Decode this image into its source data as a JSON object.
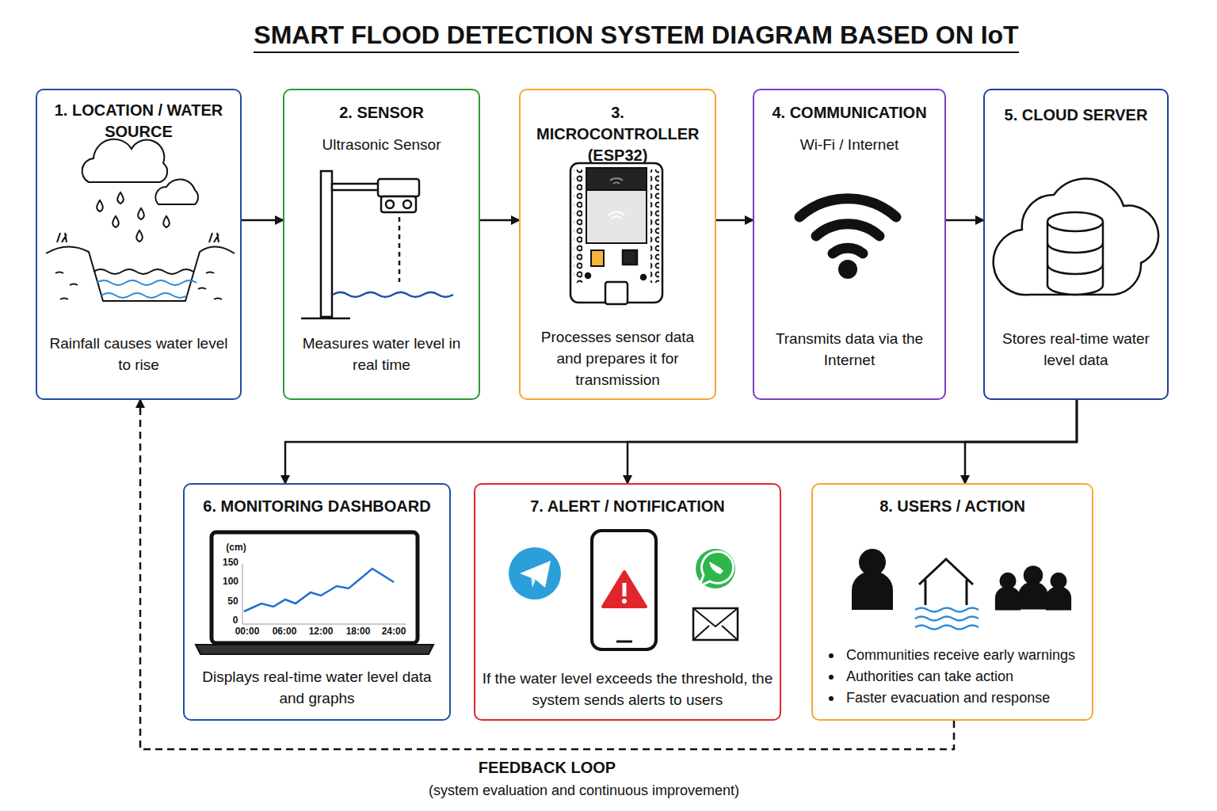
{
  "diagram": {
    "title": "SMART FLOOD DETECTION SYSTEM DIAGRAM BASED ON IoT",
    "nodes": [
      {
        "text": [
          "1. LOCATION / WATER SOURCE",
          "Rainfall causes water level to rise"
        ]
      },
      {
        "text": [
          "2. SENSOR",
          "Ultrasonic Sensor",
          "Measures water level in real time"
        ]
      },
      {
        "text": [
          "3. MICROCONTROLLER (ESP32)",
          "Processes sensor data and prepares it for transmission"
        ]
      },
      {
        "text": [
          "4. COMMUNICATION",
          "Wi-Fi / Internet",
          "Transmits data via the Internet"
        ]
      },
      {
        "text": [
          "5. CLOUD SERVER",
          "Stores real-time water level data"
        ]
      },
      {
        "text": [
          "6. MONITORING DASHBOARD",
          "Displays real-time water level data and graphs"
        ]
      },
      {
        "text": [
          "7. ALERT / NOTIFICATION",
          "If the water level exceeds the threshold, the system sends alerts to users"
        ]
      },
      {
        "text": [
          "8. USERS / ACTION",
          "Communities receive early warnings",
          "Authorities can take action",
          "Faster evacuation and response"
        ]
      }
    ],
    "edges": [
      {
        "from": 0,
        "to": 1,
        "arrow": "to"
      },
      {
        "from": 1,
        "to": 2,
        "arrow": "to"
      },
      {
        "from": 2,
        "to": 3,
        "arrow": "to"
      },
      {
        "from": 3,
        "to": 4,
        "arrow": "to"
      },
      {
        "from": 4,
        "to": 5,
        "arrow": "to"
      },
      {
        "from": 4,
        "to": 6,
        "arrow": "to"
      },
      {
        "from": 4,
        "to": 7,
        "arrow": "to"
      },
      {
        "from": 7,
        "to": 0,
        "label": "FEEDBACK LOOP",
        "arrow": "to"
      }
    ],
    "labels": [
      "(cm)",
      "150",
      "100",
      "50",
      "0",
      "00:00",
      "06:00",
      "12:00",
      "18:00",
      "24:00",
      "(system evaluation and continuous improvement)"
    ]
  }
}
